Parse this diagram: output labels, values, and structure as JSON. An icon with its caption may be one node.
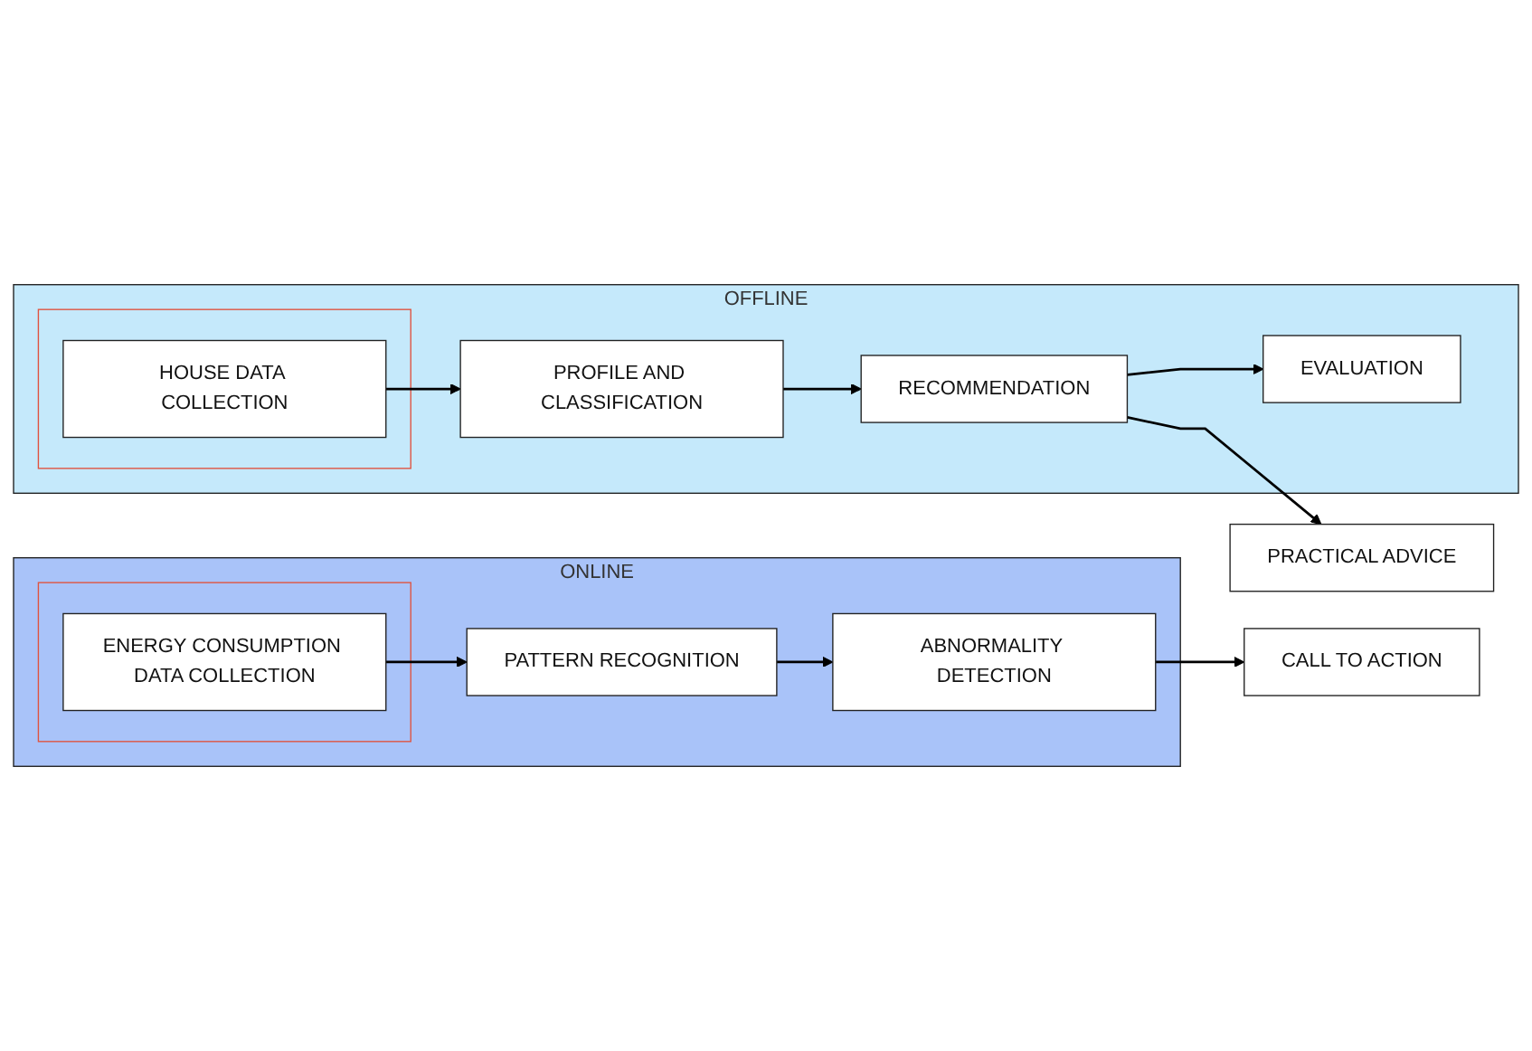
{
  "diagram": {
    "nodes": [
      {
        "text": [
          "OFFLINE"
        ]
      },
      {
        "text": [],
        "shape": "box",
        "in": 0
      },
      {
        "text": [
          "HOUSE DATA COLLECTION"
        ],
        "in": 1
      },
      {
        "text": [
          "PROFILE AND CLASSIFICATION"
        ],
        "in": 0
      },
      {
        "text": [
          "EVALUATION"
        ],
        "in": 0
      },
      {
        "text": [
          "RECOMMENDATION"
        ],
        "in": 0
      },
      {
        "text": [
          "PRACTICAL ADVICE"
        ]
      },
      {
        "text": [
          "ONLINE"
        ]
      },
      {
        "text": [],
        "shape": "box",
        "in": 7
      },
      {
        "text": [
          "ENERGY CONSUMPTION DATA COLLECTION"
        ],
        "in": 8
      },
      {
        "text": [
          "PATTERN RECOGNITION"
        ],
        "in": 7
      },
      {
        "text": [
          "ABNORMALITY DETECTION"
        ],
        "in": 7
      },
      {
        "text": [
          "CALL TO ACTION"
        ]
      }
    ],
    "edges": [
      {
        "from": 2,
        "to": 3,
        "arrow": "to"
      },
      {
        "from": 3,
        "to": 5,
        "arrow": "to"
      },
      {
        "from": 5,
        "to": 4,
        "arrow": "to"
      },
      {
        "from": 5,
        "to": 6,
        "arrow": "to"
      },
      {
        "from": 9,
        "to": 10,
        "arrow": "to"
      },
      {
        "from": 10,
        "to": 11,
        "arrow": "to"
      },
      {
        "from": 11,
        "to": 12,
        "arrow": "to"
      }
    ]
  }
}
